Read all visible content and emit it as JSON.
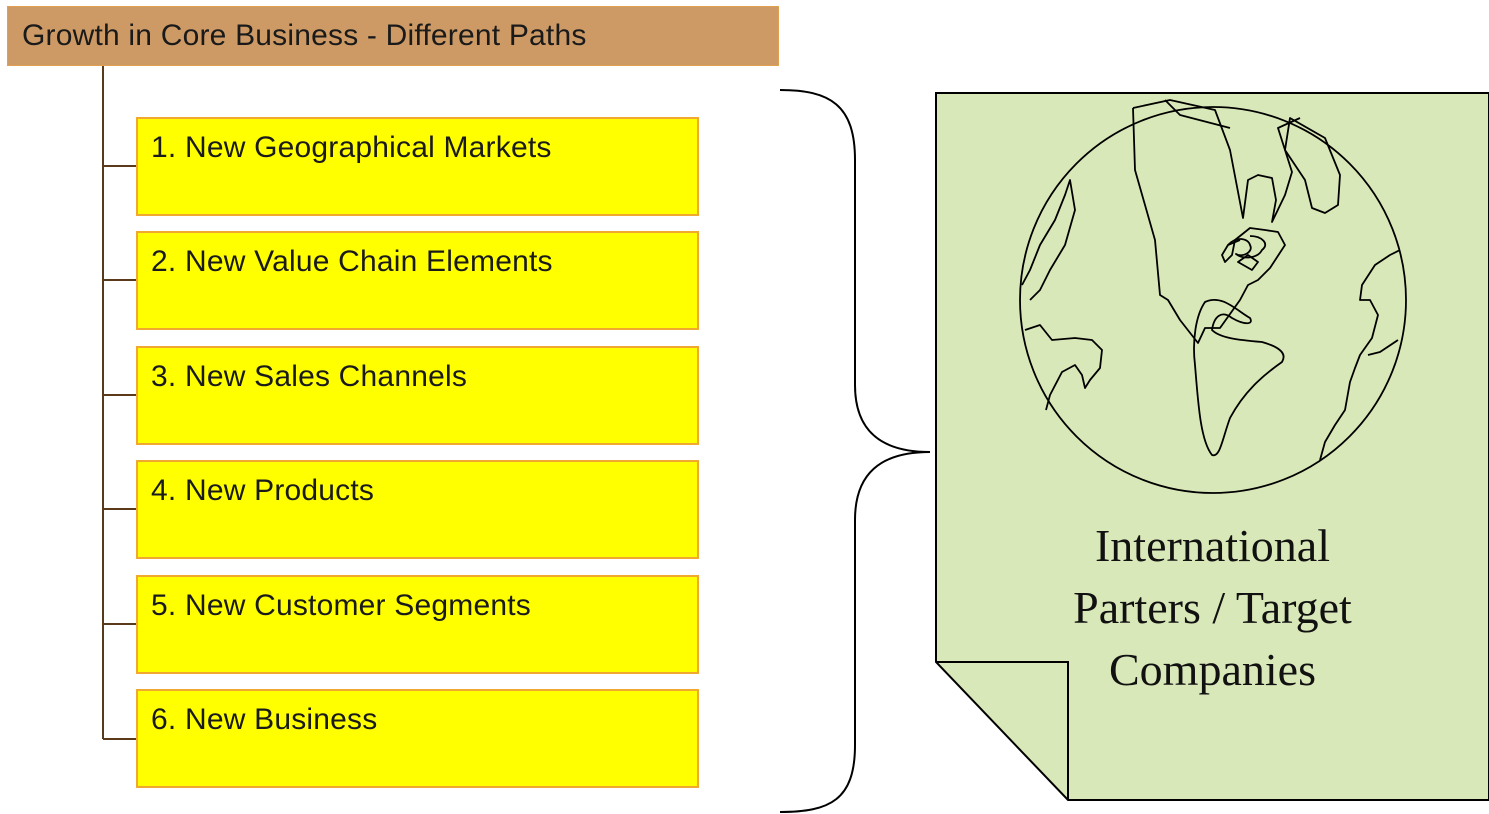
{
  "header": {
    "title": "Growth in Core Business - Different Paths"
  },
  "paths": [
    {
      "label": "1. New Geographical Markets"
    },
    {
      "label": "2. New Value Chain Elements"
    },
    {
      "label": "3. New Sales Channels"
    },
    {
      "label": "4. New Products"
    },
    {
      "label": "5. New Customer Segments"
    },
    {
      "label": "6. New Business"
    }
  ],
  "target": {
    "lines": [
      "International",
      "Parters / Target",
      "Companies"
    ],
    "icon": "globe-icon"
  },
  "colors": {
    "header_fill": "#cd9a66",
    "path_fill": "#ffff00",
    "path_border": "#f0a830",
    "document_fill": "#d9e8b8",
    "connector": "#5a3a1a"
  }
}
